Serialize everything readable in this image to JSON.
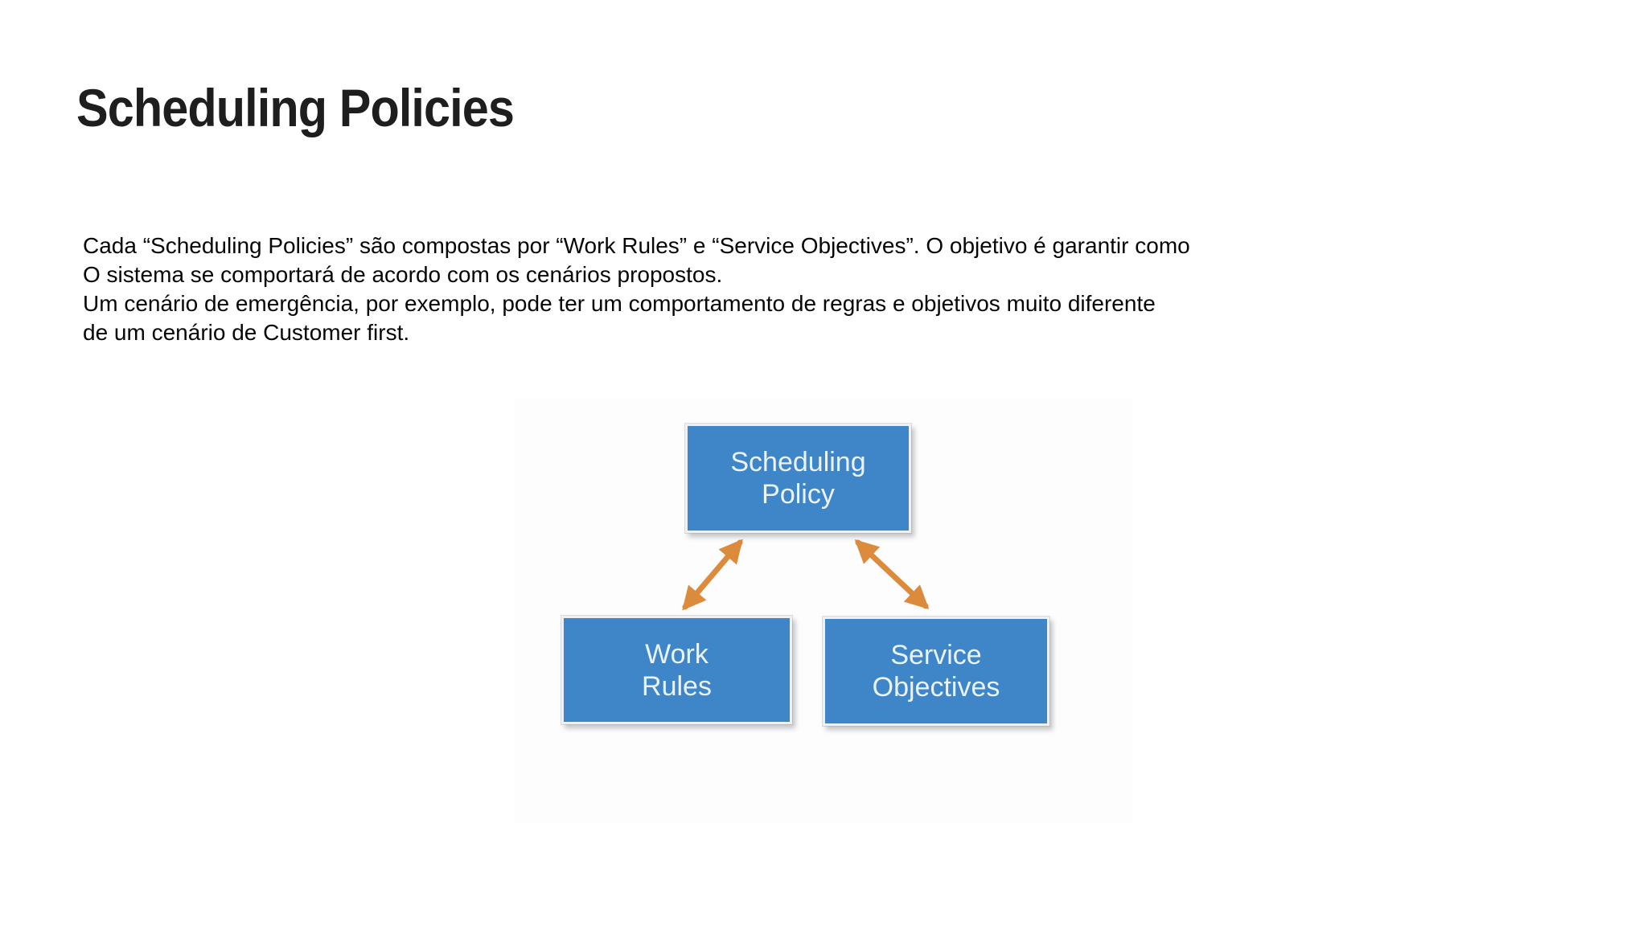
{
  "title": "Scheduling Policies",
  "paragraph": {
    "lines": [
      "Cada “Scheduling Policies” são compostas por “Work Rules” e “Service Objectives”. O objetivo é garantir como",
      "O sistema se comportará de acordo com os cenários propostos.",
      "Um cenário de emergência, por exemplo, pode ter um comportamento de regras e objetivos muito diferente",
      "de um cenário de Customer first."
    ]
  },
  "diagram": {
    "type": "hierarchy",
    "nodes": [
      {
        "id": "scheduling-policy",
        "label": "Scheduling Policy",
        "lines": [
          "Scheduling",
          "Policy"
        ]
      },
      {
        "id": "work-rules",
        "label": "Work Rules",
        "lines": [
          "Work",
          "Rules"
        ]
      },
      {
        "id": "service-objectives",
        "label": "Service Objectives",
        "lines": [
          "Service",
          "Objectives"
        ]
      }
    ],
    "edges": [
      {
        "from": "scheduling-policy",
        "to": "work-rules",
        "style": "double-headed-arrow"
      },
      {
        "from": "scheduling-policy",
        "to": "service-objectives",
        "style": "double-headed-arrow"
      }
    ],
    "colors": {
      "node_fill": "#3E86C8",
      "node_border": "#EDF1F6",
      "node_text": "#EAF3FC",
      "arrow": "#DC8A3C",
      "panel_bg": "#FDFDFE"
    }
  }
}
